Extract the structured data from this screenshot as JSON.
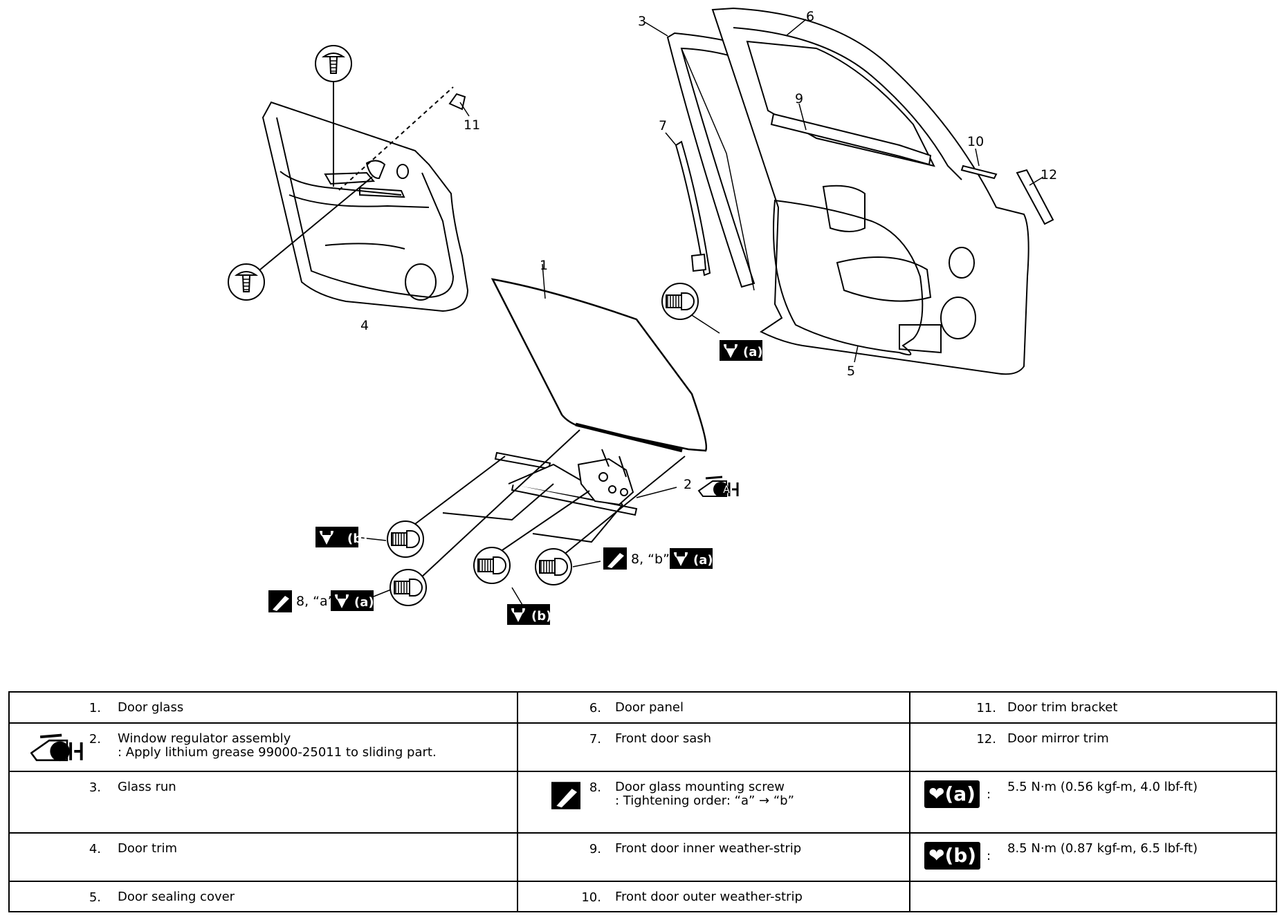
{
  "callouts": {
    "n1": "1",
    "n2": "2",
    "n3": "3",
    "n4": "4",
    "n5": "5",
    "n6": "6",
    "n7": "7",
    "n8a": "8, “a”",
    "n8b": "8, “b”",
    "n9": "9",
    "n10": "10",
    "n11": "11",
    "n12": "12"
  },
  "torque_marks": {
    "a": "(a)",
    "b": "(b)"
  },
  "grease_mark": "A",
  "legend": {
    "rows": [
      {
        "c1": {
          "num": "1.",
          "text": "Door glass"
        },
        "c2": {
          "num": "6.",
          "text": "Door panel"
        },
        "c3": {
          "num": "11.",
          "text": "Door trim bracket"
        }
      },
      {
        "c1": {
          "num": "2.",
          "text": "Window regulator assembly\n: Apply lithium grease 99000-25011 to sliding part."
        },
        "c2": {
          "num": "7.",
          "text": "Front door sash"
        },
        "c3": {
          "num": "12.",
          "text": "Door mirror trim"
        }
      },
      {
        "c1": {
          "num": "3.",
          "text": "Glass run"
        },
        "c2": {
          "num": "8.",
          "text": "Door glass mounting screw\n: Tightening order: “a” → “b”"
        },
        "c3": {
          "num": "",
          "text": "5.5 N·m (0.56 kgf-m, 4.0 lbf-ft)"
        }
      },
      {
        "c1": {
          "num": "4.",
          "text": "Door trim"
        },
        "c2": {
          "num": "9.",
          "text": "Front door inner weather-strip"
        },
        "c3": {
          "num": "",
          "text": "8.5 N·m (0.87 kgf-m, 6.5 lbf-ft)"
        }
      },
      {
        "c1": {
          "num": "5.",
          "text": "Door sealing cover"
        },
        "c2": {
          "num": "10.",
          "text": "Front door outer weather-strip"
        },
        "c3": {
          "num": "",
          "text": ""
        }
      }
    ],
    "torque_a_label": "(a)",
    "torque_b_label": "(b)",
    "colon": ":"
  }
}
